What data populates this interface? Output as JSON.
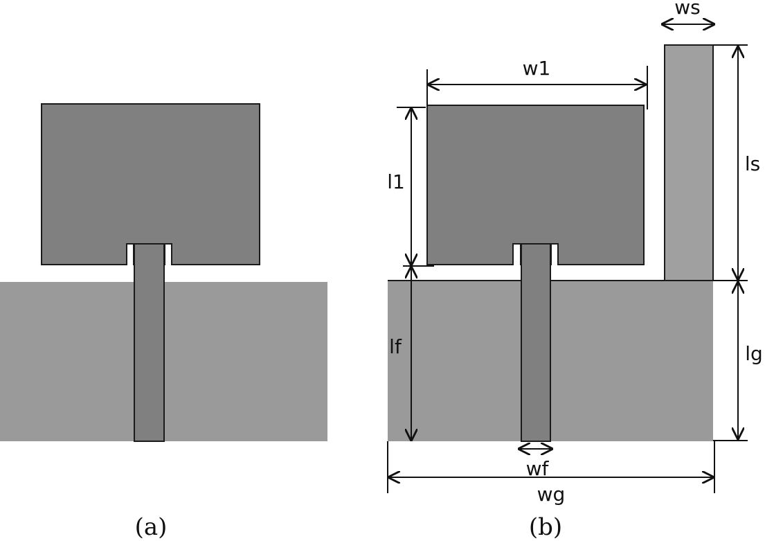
{
  "colors": {
    "patch": "#808080",
    "ground": "#9a9a9a",
    "stub": "#a0a0a0",
    "outline": "#1a1a1a",
    "background": "#ffffff"
  },
  "captions": {
    "a": "(a)",
    "b": "(b)"
  },
  "dimensions": {
    "w1": "w1",
    "l1": "l1",
    "ws": "ws",
    "ls": "ls",
    "lf": "lf",
    "lg": "lg",
    "wf": "wf",
    "wg": "wg"
  }
}
